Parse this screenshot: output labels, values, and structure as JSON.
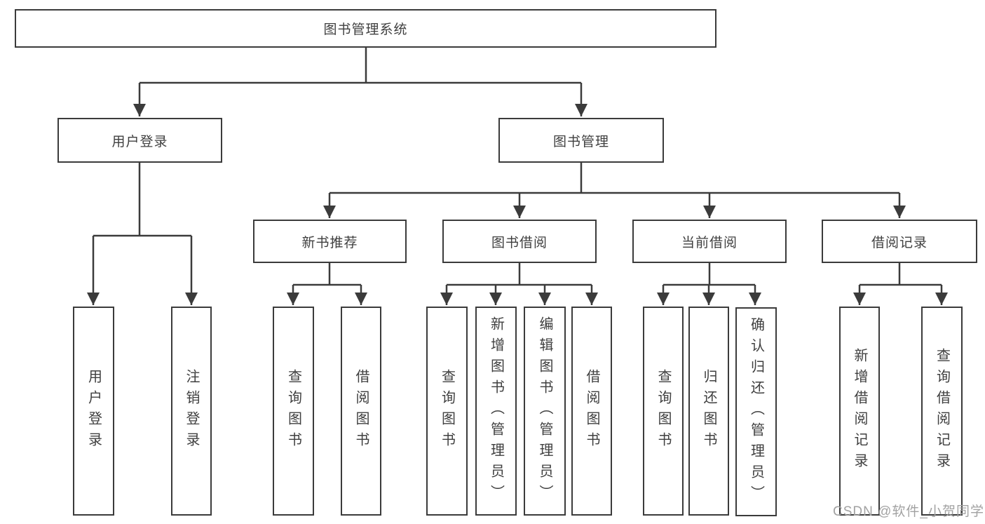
{
  "title": "图书管理系统",
  "branches": {
    "user": {
      "label": "用户登录",
      "leaves": [
        "用户登录",
        "注销登录"
      ]
    },
    "book": {
      "label": "图书管理",
      "sections": [
        {
          "label": "新书推荐",
          "leaves": [
            "查询图书",
            "借阅图书"
          ]
        },
        {
          "label": "图书借阅",
          "leaves": [
            "查询图书",
            "新增图书（管理员）",
            "编辑图书（管理员）",
            "借阅图书"
          ]
        },
        {
          "label": "当前借阅",
          "leaves": [
            "查询图书",
            "归还图书",
            "确认归还（管理员）"
          ]
        },
        {
          "label": "借阅记录",
          "leaves": [
            "新增借阅记录",
            "查询借阅记录"
          ]
        }
      ]
    }
  },
  "watermark": "CSDN @软件_小贺同学",
  "colors": {
    "line": "#3b3b3b",
    "box_border": "#3b3b3b",
    "text": "#3f3f3f",
    "watermark": "#a2a2a2",
    "background": "#ffffff"
  }
}
